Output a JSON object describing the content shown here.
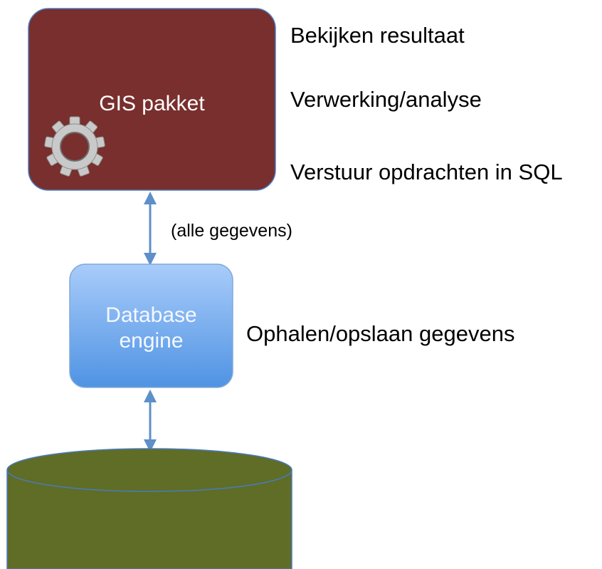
{
  "gis_package": {
    "title": "GIS pakket",
    "icon": "gear-icon",
    "fill_color": "#782f2d"
  },
  "database_engine": {
    "line1": "Database",
    "line2": "engine",
    "fill_color": "#6aa5ea"
  },
  "storage": {
    "icon": "database-cylinder-icon",
    "fill_color": "#5f6d26"
  },
  "annotations": {
    "bekijken": "Bekijken resultaat",
    "verwerking": "Verwerking/analyse",
    "verstuur": "Verstuur opdrachten in SQL",
    "alle_gegevens": "(alle gegevens)",
    "ophalen": "Ophalen/opslaan gegevens"
  },
  "connector_color": "#5d8fc9"
}
